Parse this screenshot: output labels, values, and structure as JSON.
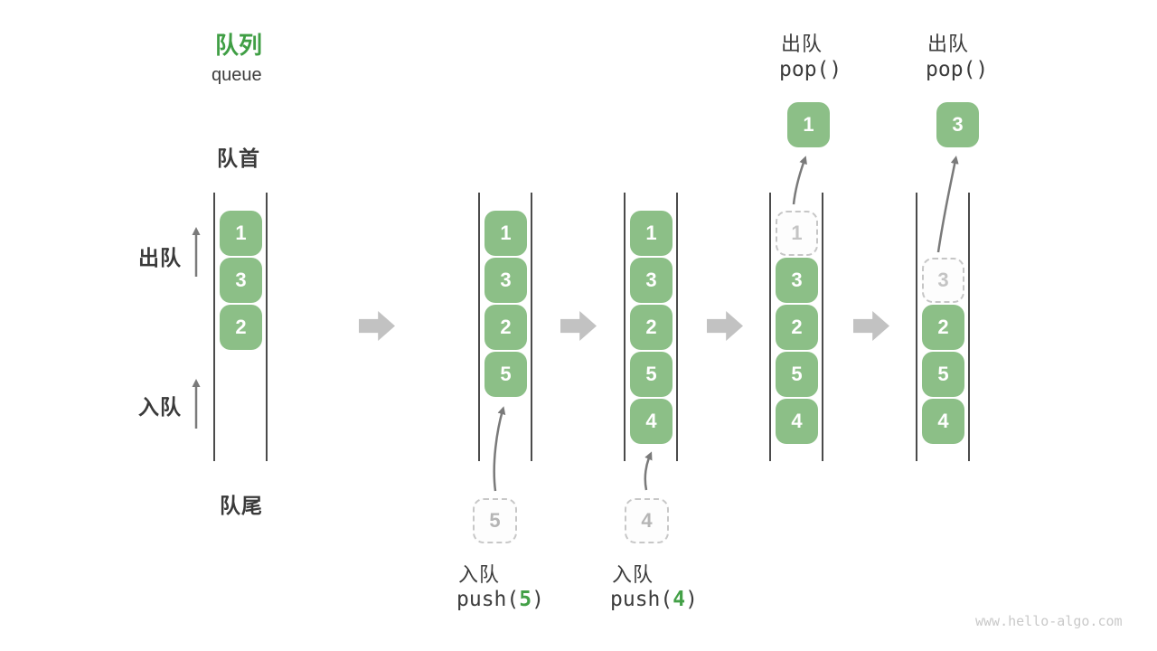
{
  "title": {
    "zh": "队列",
    "en": "queue"
  },
  "side_labels": {
    "front": "队首",
    "rear": "队尾",
    "dequeue": "出队",
    "enqueue": "入队"
  },
  "columns": [
    {
      "items": [
        "1",
        "3",
        "2"
      ]
    },
    {
      "items": [
        "1",
        "3",
        "2",
        "5"
      ],
      "pending": "5"
    },
    {
      "items": [
        "1",
        "3",
        "2",
        "5",
        "4"
      ],
      "pending": "4"
    },
    {
      "ghost": "1",
      "items": [
        "3",
        "2",
        "5",
        "4"
      ],
      "popped": "1"
    },
    {
      "ghost": "3",
      "items": [
        "2",
        "5",
        "4"
      ],
      "popped": "3"
    }
  ],
  "operations": {
    "push5": {
      "label_zh": "入队",
      "code_prefix": "push(",
      "arg": "5",
      "code_suffix": ")"
    },
    "push4": {
      "label_zh": "入队",
      "code_prefix": "push(",
      "arg": "4",
      "code_suffix": ")"
    },
    "pop1": {
      "label_zh": "出队",
      "code": "pop()"
    },
    "pop2": {
      "label_zh": "出队",
      "code": "pop()"
    }
  },
  "colors": {
    "box_green": "#8CBF87",
    "accent_green": "#3F9E44",
    "arrow_gray": "#7A7A7A",
    "block_arrow_gray": "#C2C2C2",
    "dashed_gray": "#C7C7C7",
    "line_dark": "#4B4B4B",
    "text_dark": "#3C3C3C",
    "watermark_gray": "#C9C9C9"
  },
  "watermark": "www.hello-algo.com"
}
